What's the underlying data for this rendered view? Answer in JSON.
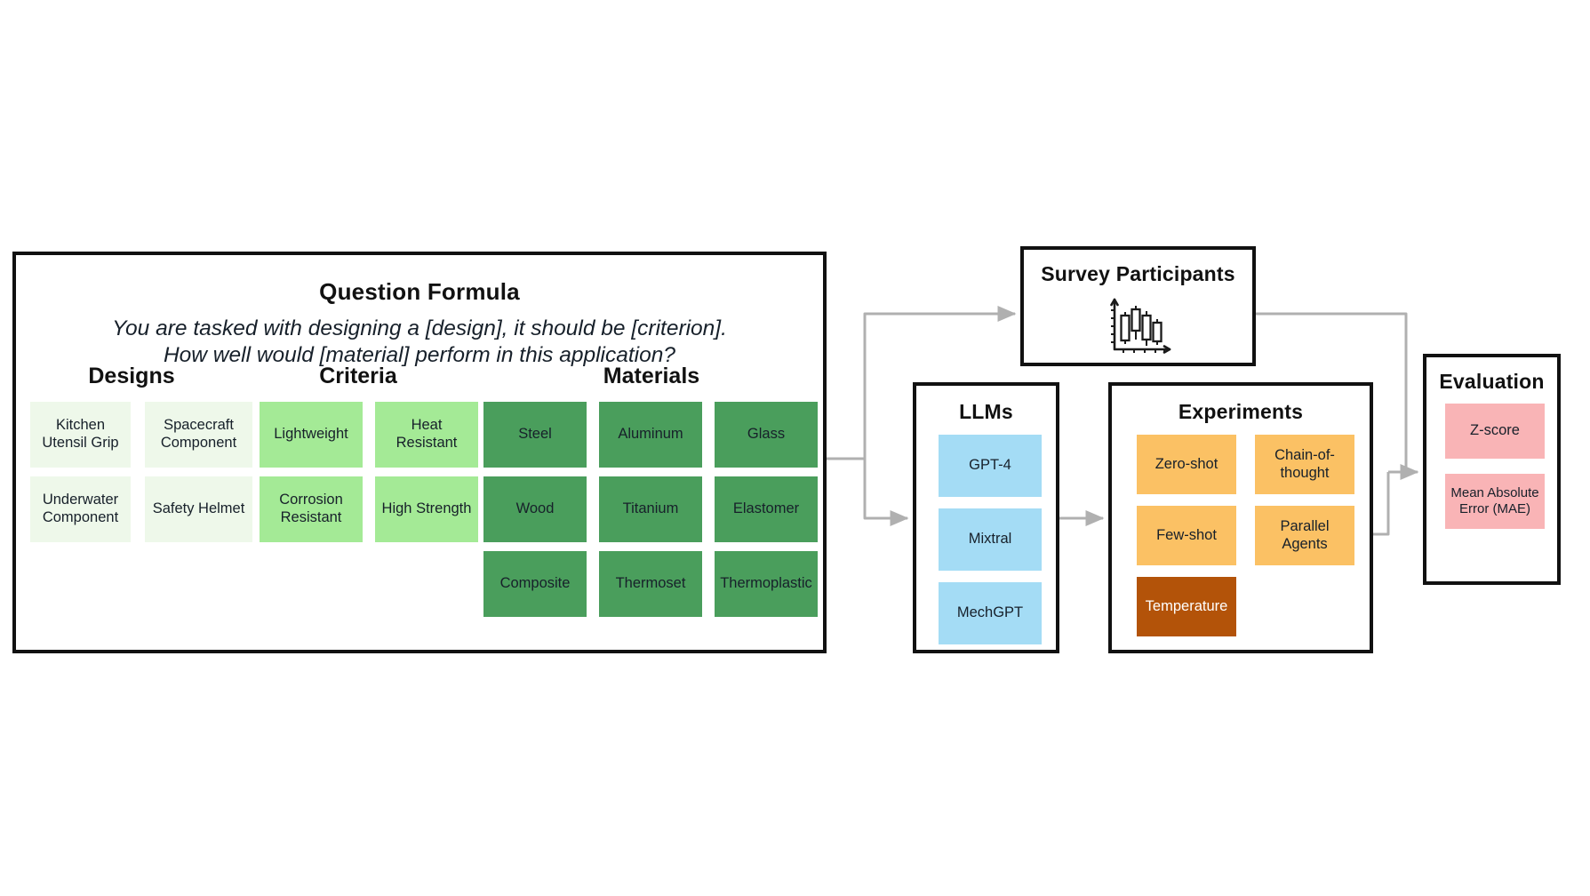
{
  "question_formula": {
    "title": "Question Formula",
    "prompt_line1": "You are tasked with designing a [design], it should be [criterion].",
    "prompt_line2": "How well would [material] perform in this application?",
    "columns": [
      {
        "heading": "Designs",
        "items": [
          "Kitchen Utensil Grip",
          "Spacecraft Component",
          "Underwater Component",
          "Safety Helmet"
        ]
      },
      {
        "heading": "Criteria",
        "items": [
          "Lightweight",
          "Heat Resistant",
          "Corrosion Resistant",
          "High Strength"
        ]
      },
      {
        "heading": "Materials",
        "items": [
          "Steel",
          "Aluminum",
          "Glass",
          "Wood",
          "Titanium",
          "Elastomer",
          "Composite",
          "Thermoset",
          "Thermoplastic"
        ]
      }
    ]
  },
  "survey": {
    "title": "Survey Participants",
    "icon": "box-plot-icon"
  },
  "llms": {
    "title": "LLMs",
    "items": [
      "GPT-4",
      "Mixtral",
      "MechGPT"
    ]
  },
  "experiments": {
    "title": "Experiments",
    "items": [
      "Zero-shot",
      "Chain-of-thought",
      "Few-shot",
      "Parallel Agents",
      "Temperature"
    ]
  },
  "evaluation": {
    "title": "Evaluation",
    "items": [
      "Z-score",
      "Mean Absolute Error (MAE)"
    ]
  },
  "colors": {
    "design": "#EEF8EA",
    "criteria": "#A4EA96",
    "material": "#4A9E5C",
    "llm": "#A4DCF5",
    "experiment": "#FBC164",
    "temperature": "#B35309",
    "evaluation": "#F9B4B6",
    "outline": "#111111",
    "connector": "#B0B0B0"
  }
}
